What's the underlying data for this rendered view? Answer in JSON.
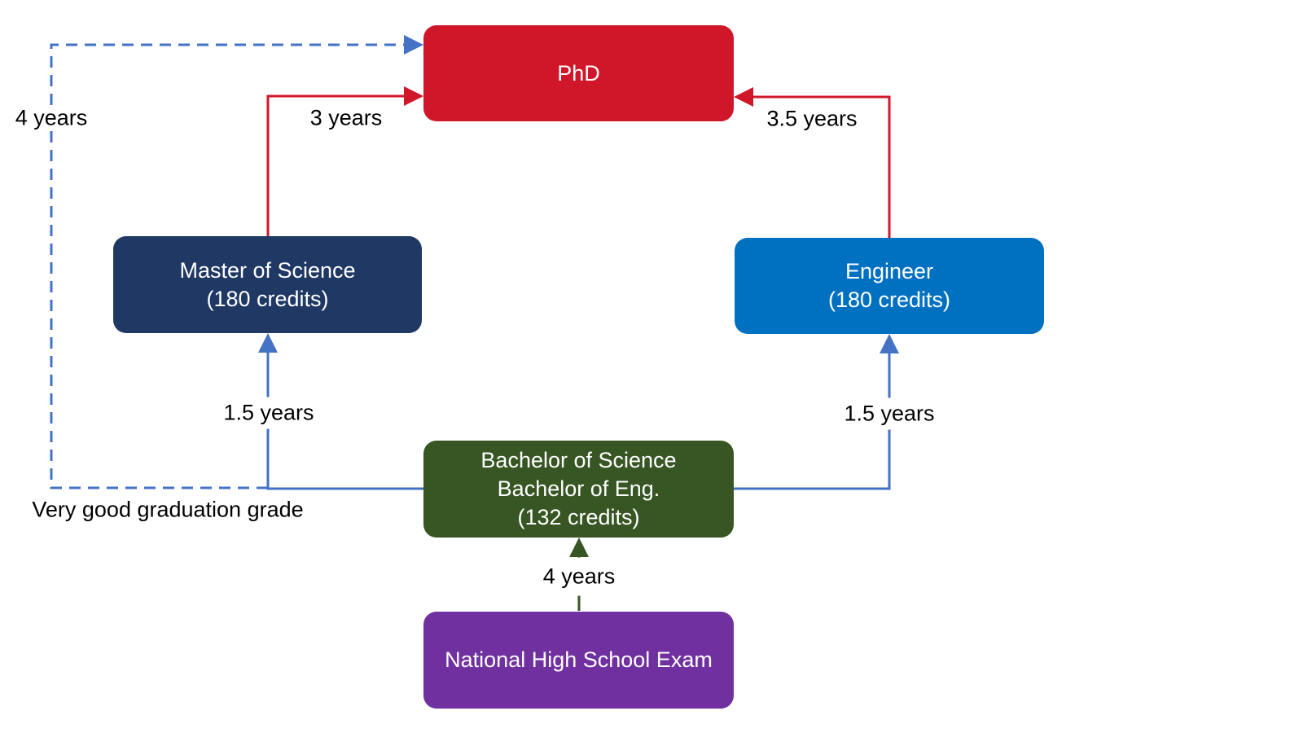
{
  "nodes": {
    "phd": {
      "lines": [
        "PhD"
      ],
      "color": "#D0172A"
    },
    "msc": {
      "lines": [
        "Master of Science",
        "(180 credits)"
      ],
      "color": "#1F3864"
    },
    "eng": {
      "lines": [
        "Engineer",
        "(180 credits)"
      ],
      "color": "#0070C0"
    },
    "bachelor": {
      "lines": [
        "Bachelor of Science",
        "Bachelor of Eng.",
        "(132 credits)"
      ],
      "color": "#375623"
    },
    "highschool": {
      "lines": [
        "National High School Exam"
      ],
      "color": "#7030A0"
    }
  },
  "edges": {
    "bachelor_to_phd": {
      "label": "4 years",
      "condition": "Very good graduation grade",
      "color": "#4472C4"
    },
    "msc_to_phd": {
      "label": "3 years",
      "color": "#D0172A"
    },
    "eng_to_phd": {
      "label": "3.5 years",
      "color": "#D0172A"
    },
    "bachelor_to_msc": {
      "label": "1.5 years",
      "color": "#4472C4"
    },
    "bachelor_to_eng": {
      "label": "1.5 years",
      "color": "#4472C4"
    },
    "highschool_to_bachelor": {
      "label": "4 years",
      "color": "#375623"
    }
  }
}
